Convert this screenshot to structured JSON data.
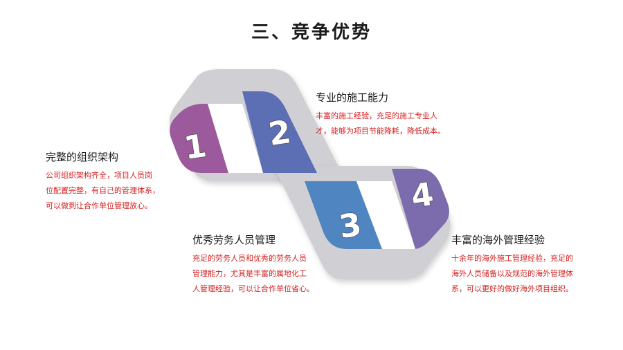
{
  "page_title": "三、竞争优势",
  "badges": [
    "1",
    "2",
    "3",
    "4"
  ],
  "advantages": [
    {
      "title": "专业的施工能力",
      "lines": [
        "丰富的施工经验，充足的施工专业人",
        "才，能够为项目节能降耗，降低成本。"
      ]
    },
    {
      "title": "完整的组织架构",
      "lines": [
        "公司组织架构齐全，项目人员岗",
        "位配置完整，有自己的管理体系，",
        "可以做到让合作单位管理放心。"
      ]
    },
    {
      "title": "优秀劳务人员管理",
      "lines": [
        "充足的劳务人员和优秀的劳务人员",
        "管理能力，尤其是丰富的属地化工",
        "人管理经验，可以让合作单位省心。"
      ]
    },
    {
      "title": "丰富的海外管理经验",
      "lines": [
        "十余年的海外施工管理经验，充足的",
        "海外人员储备以及规范的海外管理体",
        "系，可以更好的做好海外项目组织。"
      ]
    }
  ],
  "colors": {
    "band": "#d0d0d4",
    "seg1": "#9c5a9c",
    "seg2": "#5c6fb4",
    "seg3": "#4f86c2",
    "seg4": "#7c6cae",
    "text_red": "#d42020"
  }
}
